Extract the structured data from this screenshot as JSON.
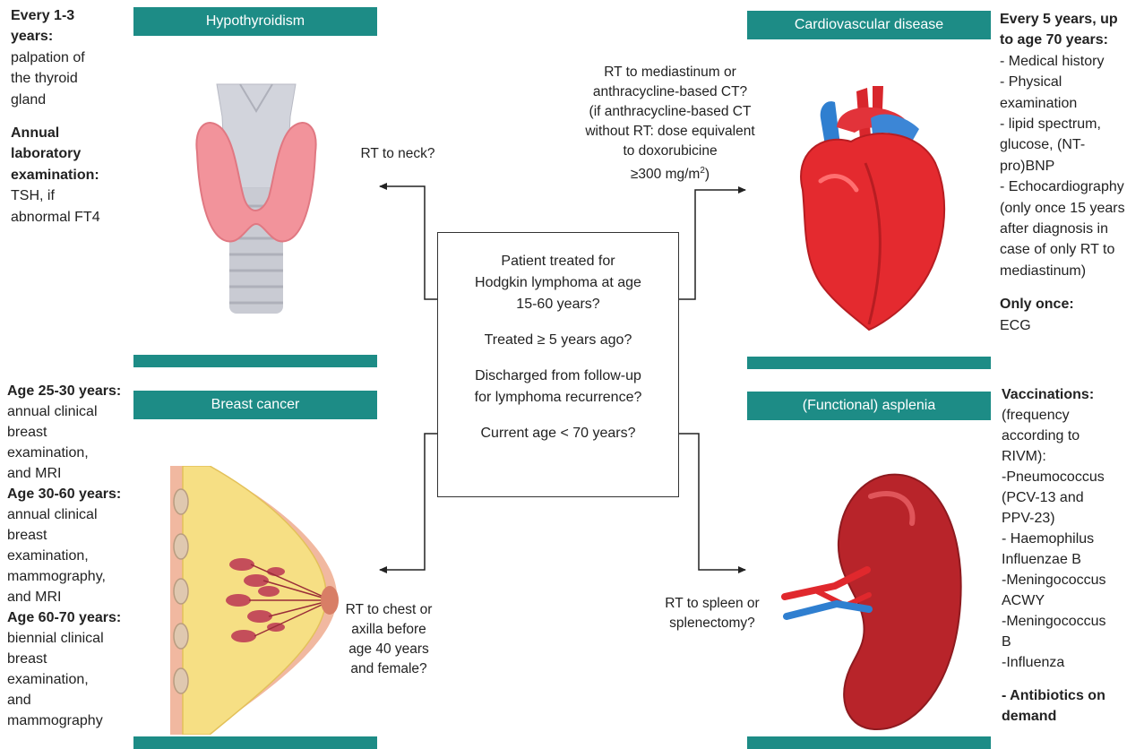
{
  "colors": {
    "accent": "#1d8c86",
    "box_border": "#333333"
  },
  "center": {
    "line1": "Patient treated for",
    "line2": "Hodgkin lymphoma at age",
    "line3": "15-60 years?",
    "line4": "Treated ≥ 5 years ago?",
    "line5": "Discharged from follow-up",
    "line6": "for lymphoma recurrence?",
    "line7": "Current age < 70 years?"
  },
  "questions": {
    "neck": "RT to neck?",
    "cardio": [
      "RT to mediastinum or",
      "anthracycline-based CT?",
      "(if anthracycline-based CT",
      "without RT: dose equivalent",
      "to doxorubicine"
    ],
    "cardio_dose": "≥300 mg/m",
    "cardio_dose_sup": "2",
    "cardio_dose_end": ")",
    "chest": [
      "RT to chest or",
      "axilla before",
      "age 40 years",
      "and female?"
    ],
    "spleen": [
      "RT to spleen or",
      "splenectomy?"
    ]
  },
  "bars": {
    "hypothyroidism": "Hypothyroidism",
    "cardiovascular": "Cardiovascular disease",
    "breast": "Breast cancer",
    "asplenia": "(Functional) asplenia"
  },
  "hypo_text": {
    "h1": "Every 1-3",
    "h2": "years:",
    "l1": "palpation of",
    "l2": "the thyroid",
    "l3": "gland",
    "h3": "Annual",
    "h4": "laboratory",
    "h5": "examination:",
    "l4": "TSH, if",
    "l5": "abnormal FT4"
  },
  "cardio_text": {
    "h1": "Every 5 years, up",
    "h2": "to age 70 years:",
    "l1": "- Medical history",
    "l2": "- Physical",
    "l3": "examination",
    "l4": "- lipid spectrum,",
    "l5": "glucose, (NT-",
    "l6": "pro)BNP",
    "l7": "- Echocardiography",
    "l8": "(only once 15 years",
    "l9": "after diagnosis in",
    "l10": "case of only RT to",
    "l11": " mediastinum)",
    "h3": "Only once:",
    "l12": "ECG"
  },
  "breast_text": {
    "h1": "Age 25-30 years:",
    "a1": "annual clinical",
    "a2": "breast",
    "a3": "examination,",
    "a4": "and MRI",
    "h2": "Age 30-60 years:",
    "b1": "annual clinical",
    "b2": "breast",
    "b3": "examination,",
    "b4": "mammography,",
    "b5": "and MRI",
    "h3": "Age 60-70 years:",
    "c1": "biennial clinical",
    "c2": "breast",
    "c3": "examination,",
    "c4": "and",
    "c5": "mammography"
  },
  "asplenia_text": {
    "h1": "Vaccinations:",
    "l1": "(frequency",
    "l2": "according to",
    "l3": "RIVM):",
    "l4": "-Pneumococcus",
    "l5": "(PCV-13 and",
    "l6": "PPV-23)",
    "l7": "- Haemophilus",
    "l8": "Influenzae B",
    "l9": "-Meningococcus",
    "l10": "ACWY",
    "l11": "-Meningococcus",
    "l12": "B",
    "l13": "-Influenza",
    "h2": "- Antibiotics on",
    "h3": "demand"
  },
  "icons": [
    "thyroid-icon",
    "heart-icon",
    "breast-icon",
    "spleen-icon"
  ]
}
